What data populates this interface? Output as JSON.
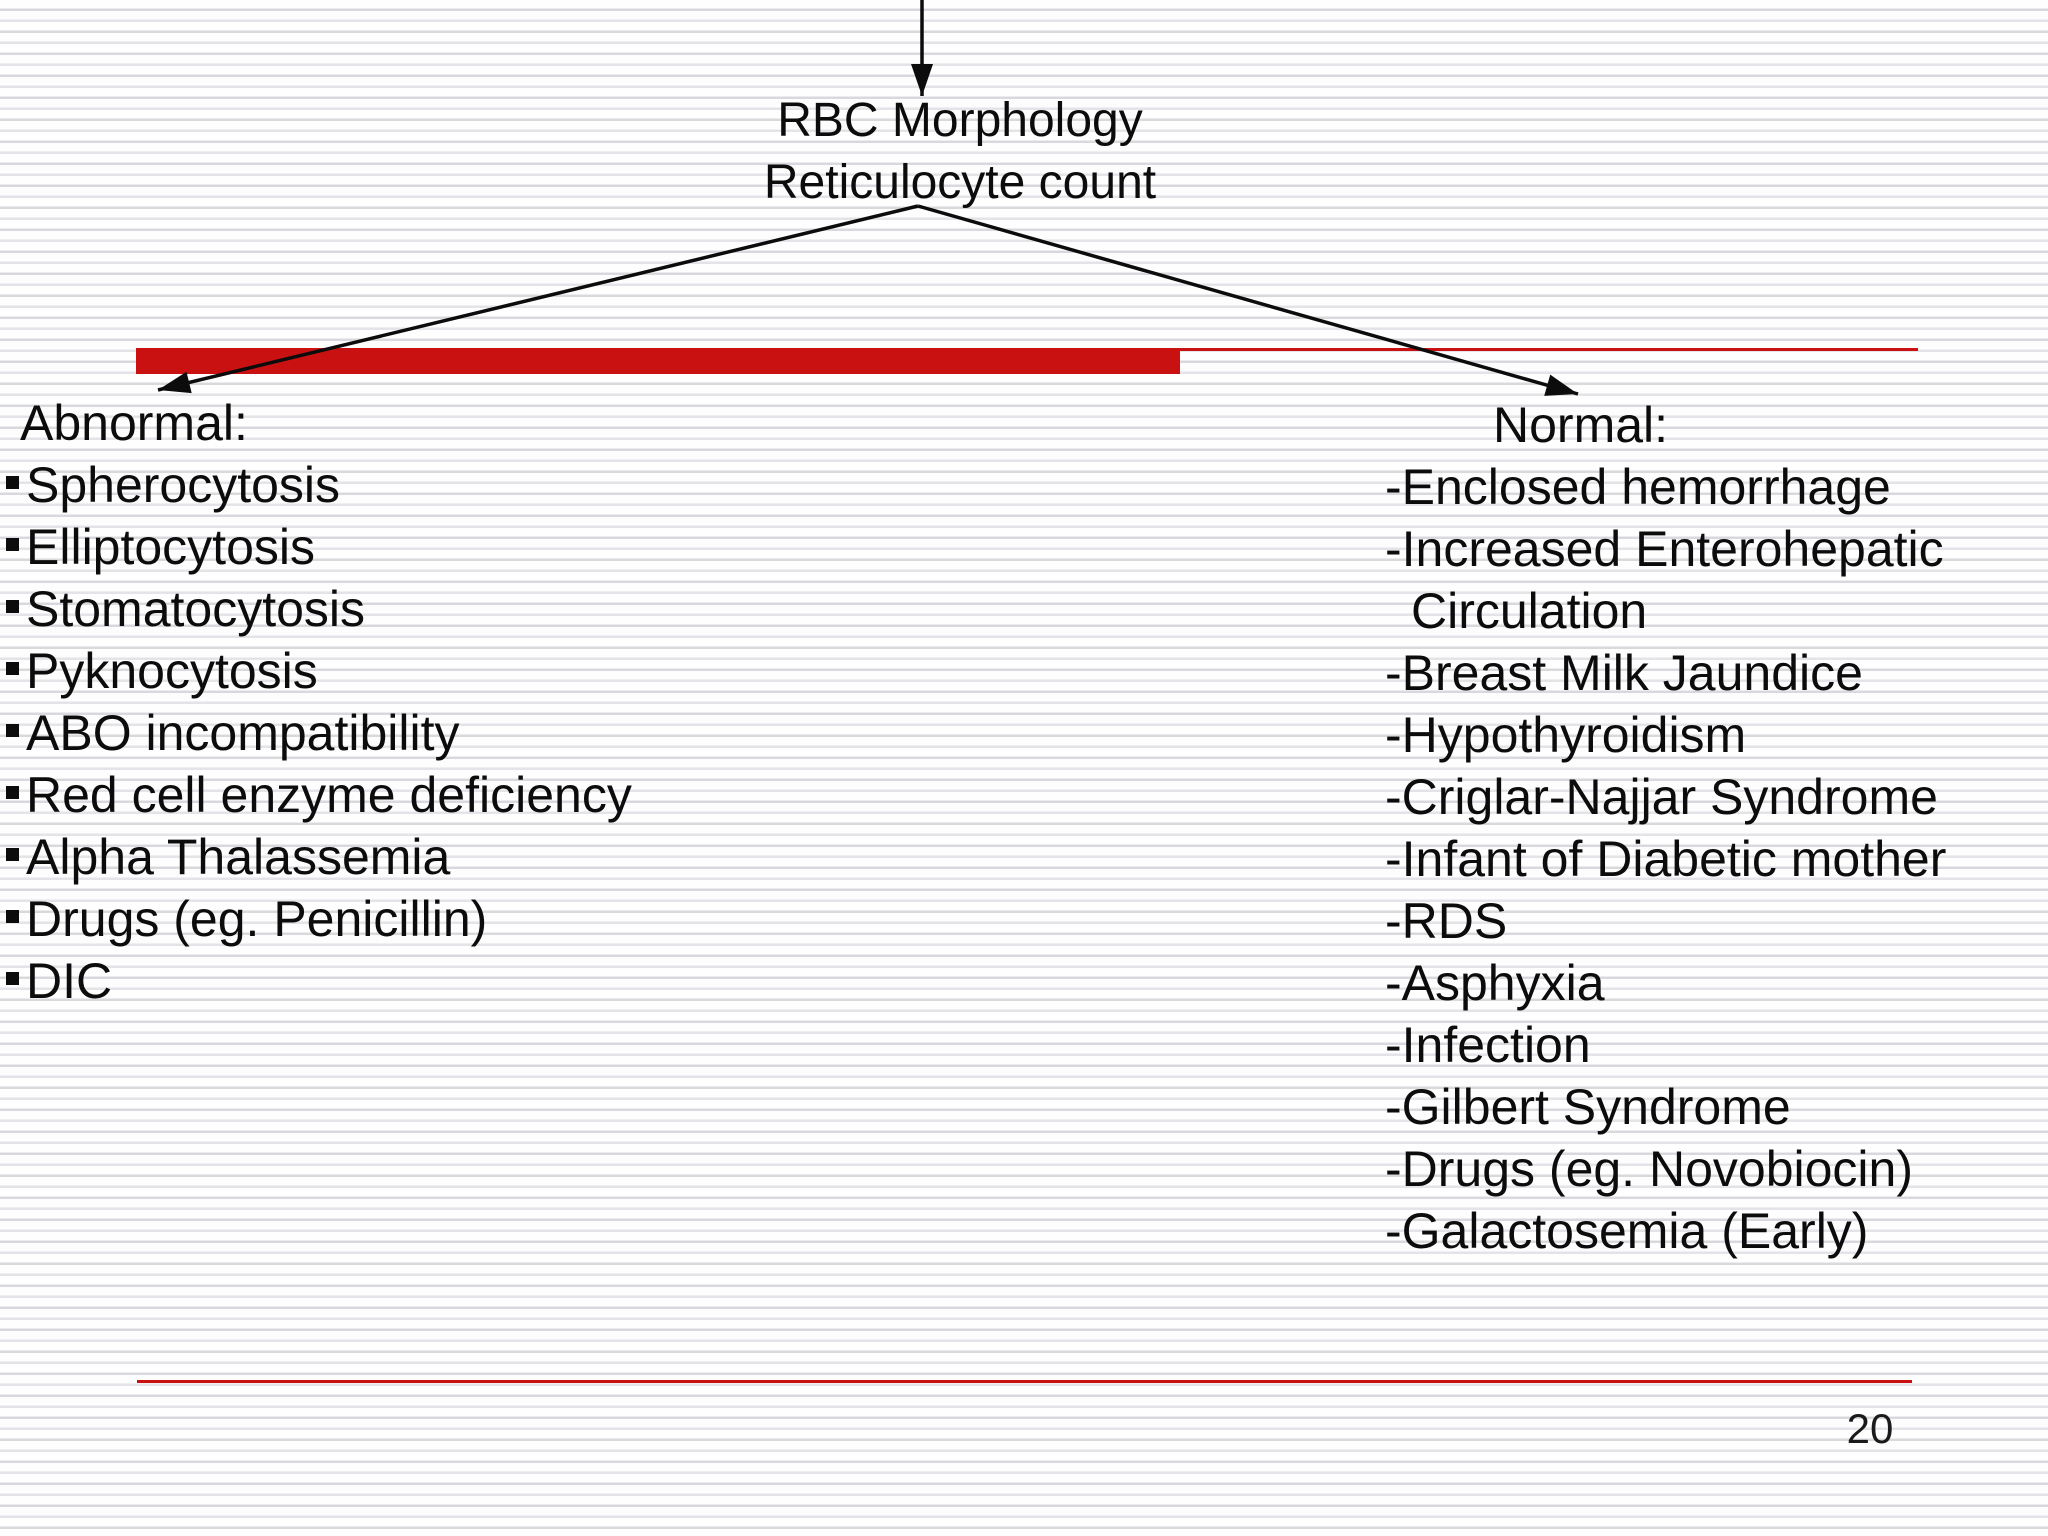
{
  "slide": {
    "page_number": "20",
    "colors": {
      "accent_red": "#c91111",
      "stripe_gray": "#d9d9dd",
      "text_black": "#0c0c0c"
    },
    "diagram": {
      "root_node_lines": [
        "RBC Morphology",
        "Reticulocyte count"
      ],
      "left_branch": {
        "header": "Abnormal:",
        "items": [
          "Spherocytosis",
          "Elliptocytosis",
          "Stomatocytosis",
          "Pyknocytosis",
          "ABO incompatibility",
          "Red cell enzyme deficiency",
          "Alpha Thalassemia",
          "Drugs (eg. Penicillin)",
          "DIC"
        ]
      },
      "right_branch": {
        "header": "Normal:",
        "items": [
          {
            "t": "-Enclosed hemorrhage",
            "indent": false
          },
          {
            "t": "-Increased Enterohepatic",
            "indent": false
          },
          {
            "t": "Circulation",
            "indent": true
          },
          {
            "t": "-Breast Milk Jaundice",
            "indent": false
          },
          {
            "t": "-Hypothyroidism",
            "indent": false
          },
          {
            "t": "-Criglar-Najjar Syndrome",
            "indent": false
          },
          {
            "t": "-Infant of Diabetic mother",
            "indent": false
          },
          {
            "t": "-RDS",
            "indent": false
          },
          {
            "t": "-Asphyxia",
            "indent": false
          },
          {
            "t": "-Infection",
            "indent": false
          },
          {
            "t": "-Gilbert Syndrome",
            "indent": false
          },
          {
            "t": "-Drugs (eg. Novobiocin)",
            "indent": false
          },
          {
            "t": "-Galactosemia (Early)",
            "indent": false
          }
        ]
      }
    }
  }
}
